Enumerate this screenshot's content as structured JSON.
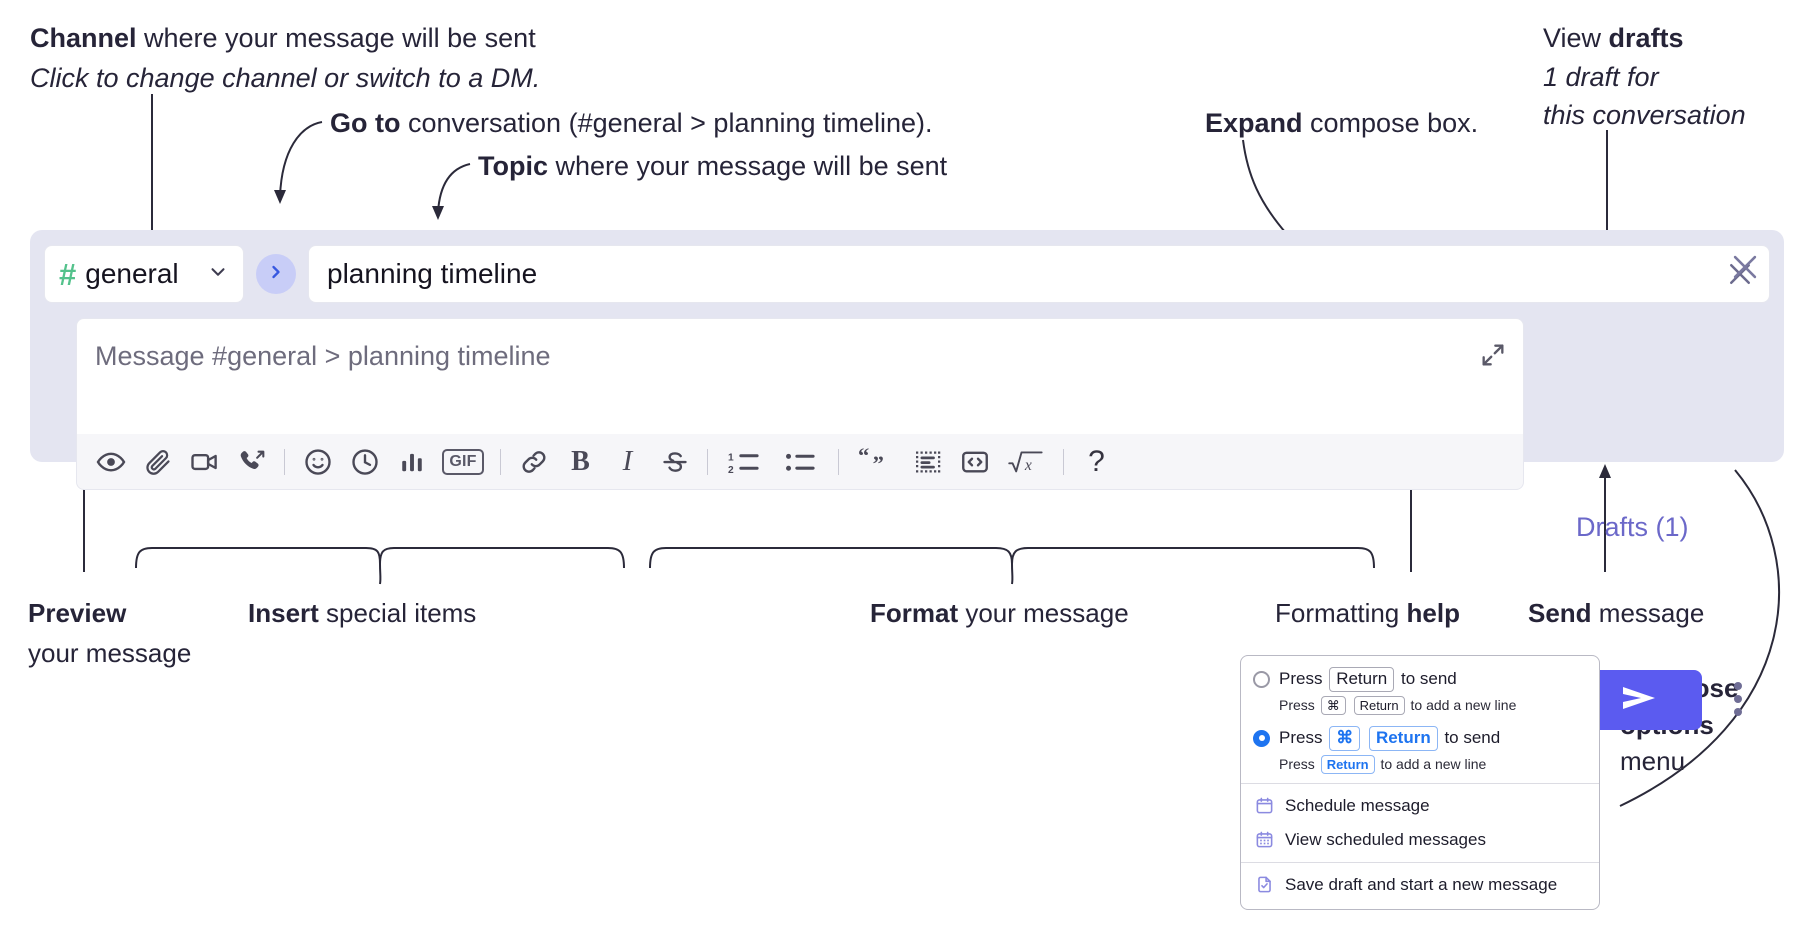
{
  "annotations": {
    "channel_title_bold": "Channel",
    "channel_title_rest": " where your message will be sent",
    "channel_sub": "Click to change channel or switch to a DM.",
    "goto_bold": "Go to",
    "goto_rest": " conversation (#general > planning timeline).",
    "topic_bold": "Topic",
    "topic_rest": " where your message will be sent",
    "expand_bold": "Expand",
    "expand_rest": " compose box.",
    "drafts_bold_pre": "View ",
    "drafts_bold": "drafts",
    "drafts_sub_l1": "1 draft for",
    "drafts_sub_l2": "this conversation",
    "preview_bold": "Preview",
    "preview_l2": "your message",
    "insert_bold": "Insert",
    "insert_rest": " special items",
    "format_bold": "Format",
    "format_rest": " your message",
    "help_pre": "Formatting ",
    "help_bold": "help",
    "send_bold": "Send",
    "send_rest": " message",
    "compose_bold_l1": "Compose",
    "compose_bold_l2": "options",
    "compose_l3": "menu"
  },
  "compose": {
    "channel": {
      "hash": "#",
      "name": "general",
      "caret_icon": "chevron-down-icon"
    },
    "goto_icon": "chevron-right-icon",
    "topic": {
      "value": "planning timeline",
      "clear_icon": "close-icon"
    },
    "message": {
      "placeholder": "Message #general > planning timeline",
      "expand_icon": "expand-icon"
    },
    "drafts_label": "Drafts (1)",
    "close_icon": "close-icon",
    "send_icon": "send-paper-plane-icon",
    "options_icon": "kebab-menu-icon",
    "toolbar": [
      {
        "name": "preview-icon",
        "label": "Preview"
      },
      {
        "name": "paperclip-icon",
        "label": "Attach file"
      },
      {
        "name": "video-camera-icon",
        "label": "Video clip"
      },
      {
        "name": "phone-forward-icon",
        "label": "Audio clip"
      },
      {
        "name": "divider",
        "label": ""
      },
      {
        "name": "emoji-smiley-icon",
        "label": "Emoji"
      },
      {
        "name": "clock-icon",
        "label": "Reminder"
      },
      {
        "name": "bar-chart-icon",
        "label": "Poll"
      },
      {
        "name": "gif-icon",
        "label": "GIF"
      },
      {
        "name": "divider",
        "label": ""
      },
      {
        "name": "link-icon",
        "label": "Link"
      },
      {
        "name": "bold-icon",
        "label": "B"
      },
      {
        "name": "italic-icon",
        "label": "I"
      },
      {
        "name": "strikethrough-icon",
        "label": "S"
      },
      {
        "name": "divider",
        "label": ""
      },
      {
        "name": "ordered-list-icon",
        "label": "Ordered list"
      },
      {
        "name": "bulleted-list-icon",
        "label": "Bulleted list"
      },
      {
        "name": "divider",
        "label": ""
      },
      {
        "name": "blockquote-icon",
        "label": "Blockquote"
      },
      {
        "name": "code-block-icon",
        "label": "Code block"
      },
      {
        "name": "inline-code-icon",
        "label": "Code"
      },
      {
        "name": "math-icon",
        "label": "Math"
      },
      {
        "name": "divider",
        "label": ""
      },
      {
        "name": "help-question-icon",
        "label": "?"
      }
    ]
  },
  "menu": {
    "option1": {
      "press": "Press",
      "key": "Return",
      "to_send": "to send",
      "sub_press": "Press",
      "sub_key1": "⌘",
      "sub_key2": "Return",
      "sub_tail": "to add a new line",
      "selected": false
    },
    "option2": {
      "press": "Press",
      "key1": "⌘",
      "key2": "Return",
      "to_send": "to send",
      "sub_press": "Press",
      "sub_key": "Return",
      "sub_tail": "to add a new line",
      "selected": true
    },
    "items": [
      {
        "label": "Schedule message",
        "icon": "calendar-icon"
      },
      {
        "label": "View scheduled messages",
        "icon": "calendar-grid-icon"
      },
      {
        "label": "Save draft and start a new message",
        "icon": "document-check-icon"
      }
    ]
  },
  "colors": {
    "compose_bg": "#e4e5f1",
    "send_button": "#5b5bf0",
    "hash_green": "#54c28c",
    "drafts_text": "#6b68c9",
    "accent_blue": "#1e74f0",
    "menu_icon_purple": "#8b8ae0"
  }
}
